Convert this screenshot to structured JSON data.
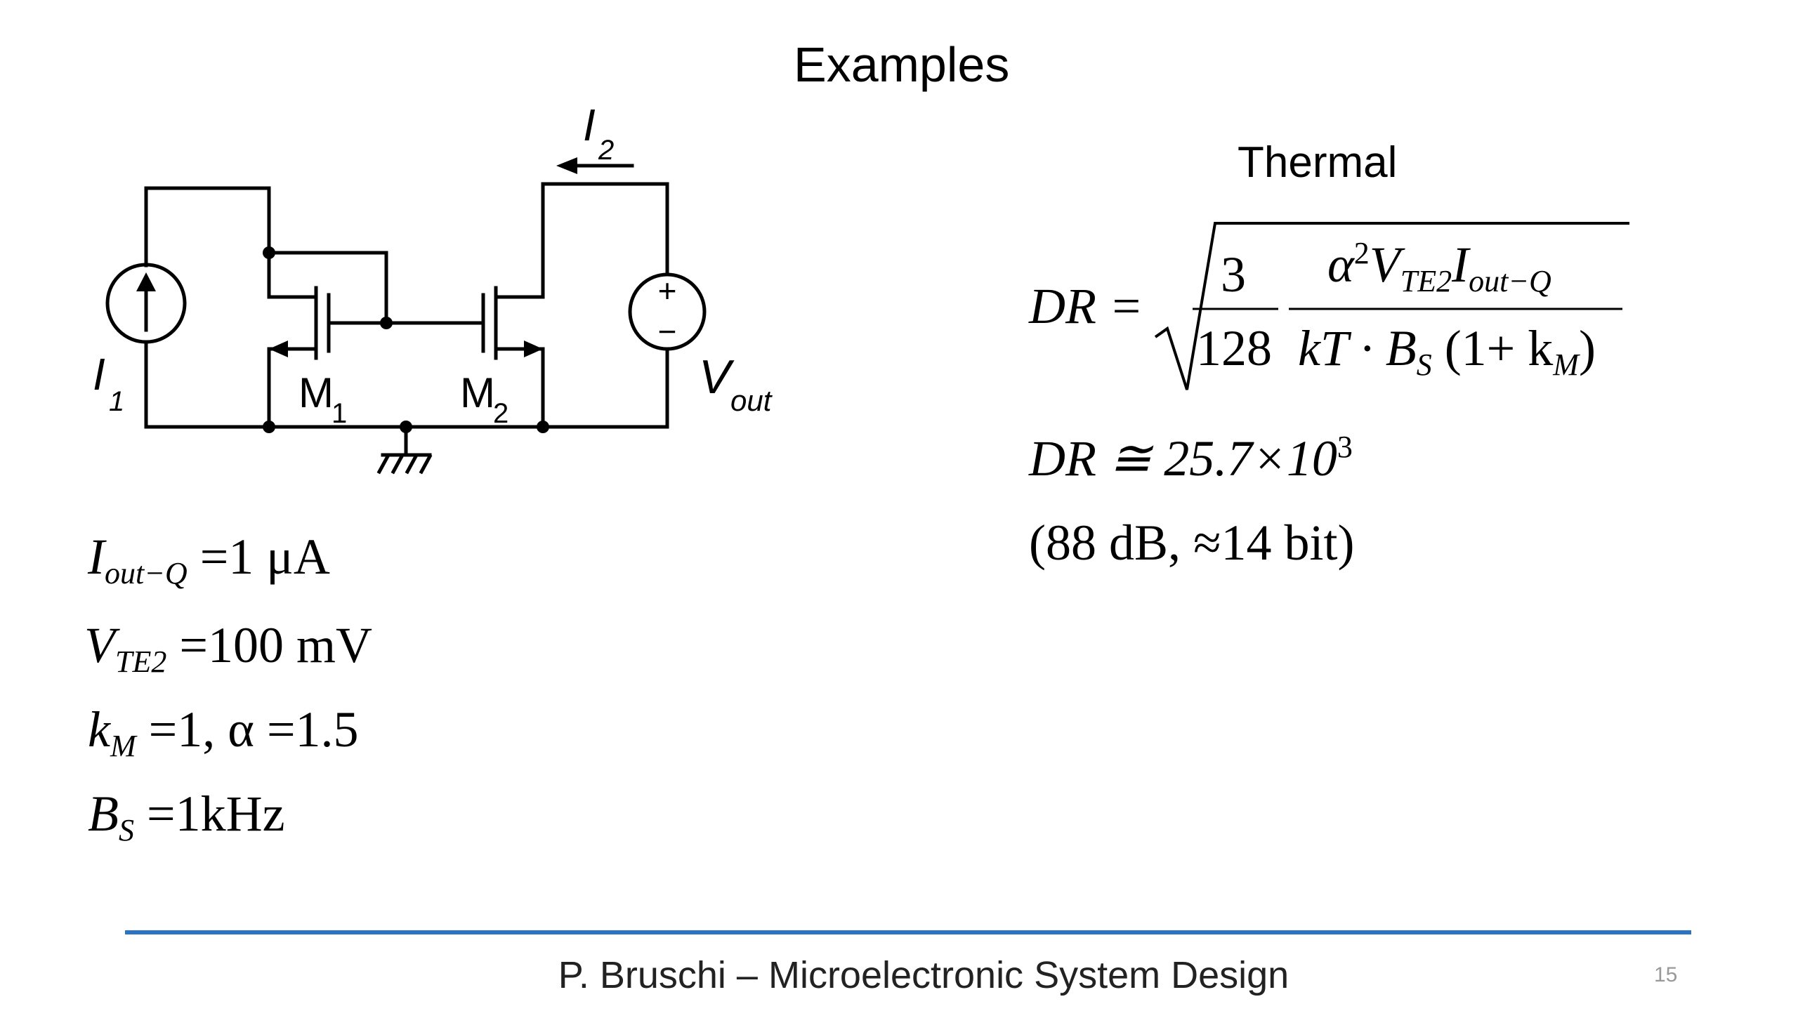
{
  "slide": {
    "title": "Examples",
    "thermal_label": "Thermal"
  },
  "circuit": {
    "labels": {
      "i1": "I",
      "i1_sub": "1",
      "i2": "I",
      "i2_sub": "2",
      "m1": "M",
      "m1_sub": "1",
      "m2": "M",
      "m2_sub": "2",
      "vout": "V",
      "vout_sub": "out",
      "plus": "+",
      "minus": "−"
    }
  },
  "params": {
    "iout": {
      "sym": "I",
      "sub": "out−Q",
      "rhs": "=1 μA"
    },
    "vte": {
      "sym": "V",
      "sub": "TE2",
      "rhs": "=100 mV"
    },
    "km": {
      "sym": "k",
      "sub": "M",
      "rhs": "=1, α =1.5"
    },
    "bs": {
      "sym": "B",
      "sub": "S",
      "rhs": "=1kHz"
    }
  },
  "formula": {
    "lhs": "DR =",
    "frac1_num": "3",
    "frac1_den": "128",
    "frac2_num_alpha": "α",
    "frac2_num_sup": "2",
    "frac2_num_v": "V",
    "frac2_num_vsub": "TE2",
    "frac2_num_i": "I",
    "frac2_num_isub": "out−Q",
    "frac2_den": "kT · B",
    "frac2_den_sub": "S",
    "frac2_den_paren": "(1+ k",
    "frac2_den_paren_sub": "M",
    "frac2_den_close": ")",
    "approx_lhs": "DR ≅ 25.7×10",
    "approx_sup": "3",
    "db_line": "(88 dB,  ≈14 bit)"
  },
  "footer": {
    "text": "P. Bruschi – Microelectronic System Design",
    "page": "15"
  }
}
